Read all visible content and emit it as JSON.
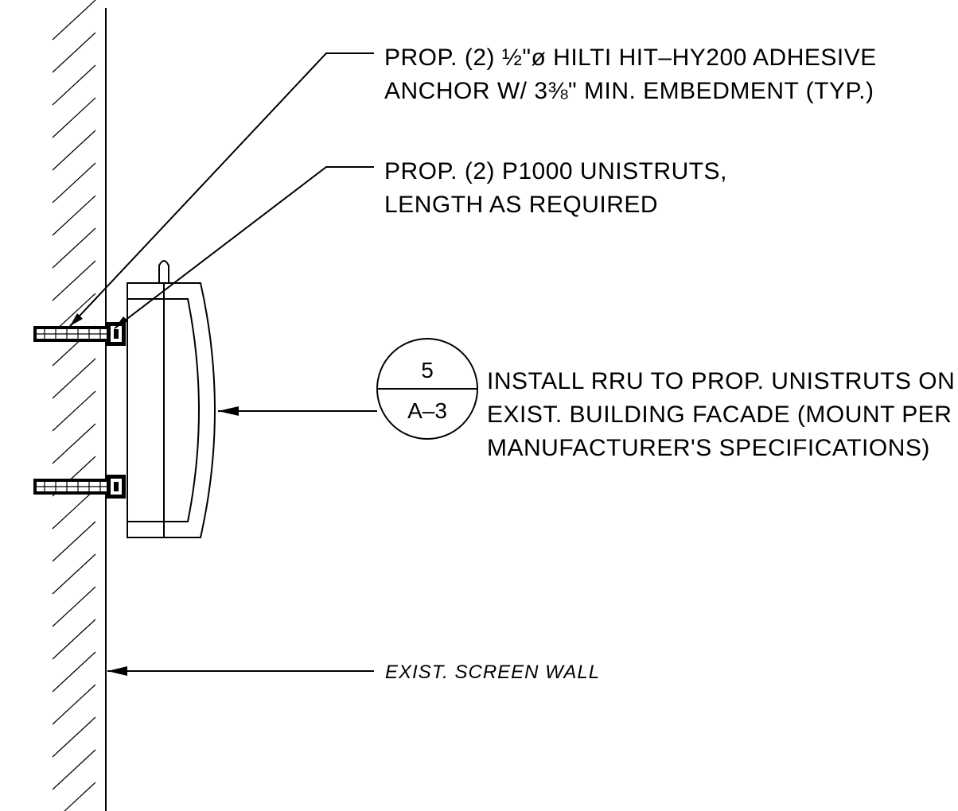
{
  "notes": {
    "anchor_line1": "PROP. (2) ½\"ø HILTI HIT–HY200 ADHESIVE",
    "anchor_line2": "ANCHOR W/ 3⅜\" MIN. EMBEDMENT (TYP.)",
    "unistrut_line1": "PROP. (2) P1000 UNISTRUTS,",
    "unistrut_line2": "LENGTH AS REQUIRED",
    "rru_line1": "INSTALL RRU TO PROP. UNISTRUTS ON",
    "rru_line2": "EXIST. BUILDING FACADE (MOUNT PER",
    "rru_line3": "MANUFACTURER'S SPECIFICATIONS)",
    "wall_label": "EXIST. SCREEN WALL"
  },
  "detail_bubble": {
    "number": "5",
    "sheet": "A–3"
  },
  "colors": {
    "line": "#000000",
    "background": "#ffffff"
  }
}
